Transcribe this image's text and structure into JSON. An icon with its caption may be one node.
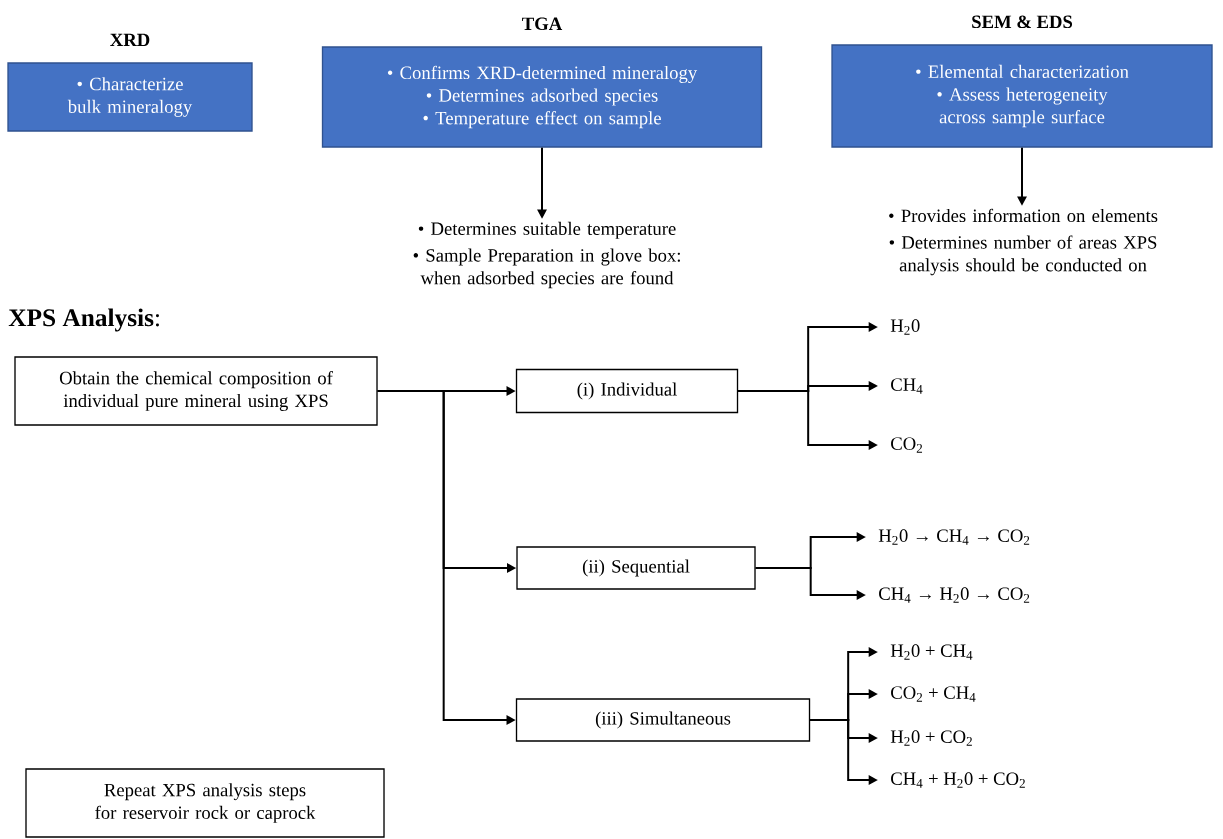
{
  "diagram": {
    "nodes": [
      {
        "text": [
          "XRD",
          "• Characterize bulk mineralogy"
        ]
      },
      {
        "text": [
          "TGA",
          "• Confirms XRD-determined mineralogy",
          "• Determines adsorbed species",
          "• Temperature effect on sample"
        ]
      },
      {
        "text": [
          "• Determines suitable temperature",
          "• Sample Preparation in glove box: when adsorbed species are found"
        ]
      },
      {
        "text": [
          "SEM & EDS",
          "• Elemental characterization",
          "• Assess heterogeneity across sample surface"
        ]
      },
      {
        "text": [
          "• Provides information on elements",
          "• Determines number of areas XPS analysis should be conducted on"
        ]
      },
      {
        "text": [
          "Obtain the chemical composition of individual pure mineral using XPS"
        ]
      },
      {
        "text": [
          "(i) Individual"
        ]
      },
      {
        "text": [
          "H$_{2}$0"
        ]
      },
      {
        "text": [
          "CH$_{4}$"
        ]
      },
      {
        "text": [
          "CO$_{2}$"
        ]
      },
      {
        "text": [
          "(ii) Sequential"
        ]
      },
      {
        "text": [
          "H$_{2}$0 → CH$_{4}$ → CO$_{2}$"
        ]
      },
      {
        "text": [
          "CH$_{4}$ → H$_{2}$0 → CO$_{2}$"
        ]
      },
      {
        "text": [
          "(iii) Simultaneous"
        ]
      },
      {
        "text": [
          "H$_{2}$0 + CH$_{4}$"
        ]
      },
      {
        "text": [
          "CO$_{2}$ + CH$_{4}$"
        ]
      },
      {
        "text": [
          "H$_{2}$0 + CO$_{2}$"
        ]
      },
      {
        "text": [
          "CH$_{4}$ + H$_{2}$0 + CO$_{2}$"
        ]
      },
      {
        "text": [
          "Repeat XPS analysis steps for reservoir rock or caprock"
        ]
      }
    ],
    "edges": [
      {
        "from": 1,
        "to": 2,
        "arrow": "to"
      },
      {
        "from": 3,
        "to": 4,
        "arrow": "to"
      },
      {
        "from": 5,
        "to": 6,
        "arrow": "to"
      },
      {
        "from": 5,
        "to": 10,
        "arrow": "to"
      },
      {
        "from": 5,
        "to": 13,
        "arrow": "to"
      },
      {
        "from": 6,
        "to": 7,
        "arrow": "to"
      },
      {
        "from": 6,
        "to": 8,
        "arrow": "to"
      },
      {
        "from": 6,
        "to": 9,
        "arrow": "to"
      },
      {
        "from": 10,
        "to": 11,
        "arrow": "to"
      },
      {
        "from": 10,
        "to": 12,
        "arrow": "to"
      },
      {
        "from": 13,
        "to": 14,
        "arrow": "to"
      },
      {
        "from": 13,
        "to": 15,
        "arrow": "to"
      },
      {
        "from": 13,
        "to": 16,
        "arrow": "to"
      },
      {
        "from": 13,
        "to": 17,
        "arrow": "to"
      }
    ],
    "labels": [
      "**XPS Analysis**:"
    ]
  }
}
